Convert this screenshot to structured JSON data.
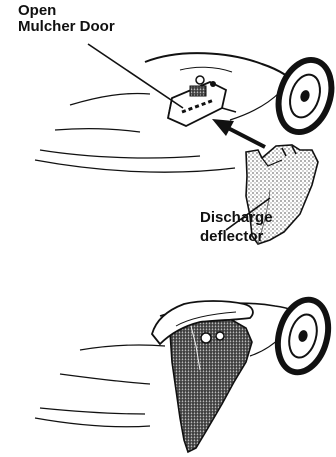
{
  "labels": {
    "open": "Open",
    "mulcher_door": "Mulcher Door",
    "discharge": "Discharge",
    "deflector": "deflector"
  },
  "colors": {
    "ink": "#111111",
    "paper": "#ffffff",
    "stipple": "#9a9a9a",
    "dark_stipple": "#4a4a4a"
  }
}
